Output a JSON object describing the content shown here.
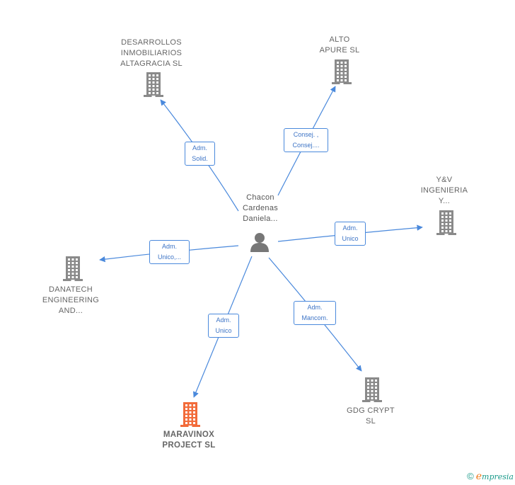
{
  "colors": {
    "edge": "#4a89dc",
    "building": "#8a8a8a",
    "building_highlight": "#f26b3a",
    "person": "#777777",
    "text": "#666666"
  },
  "center": {
    "icon": "person-icon",
    "label_lines": [
      "Chacon",
      "Cardenas",
      "Daniela..."
    ]
  },
  "companies": [
    {
      "id": "desarrollos",
      "lines": [
        "DESARROLLOS",
        "INMOBILIARIOS",
        "ALTAGRACIA SL"
      ],
      "icon": "building-icon",
      "relation": [
        "Adm.",
        "Solid."
      ],
      "highlight": false
    },
    {
      "id": "alto-apure",
      "lines": [
        "ALTO",
        "APURE SL"
      ],
      "icon": "building-icon",
      "relation": [
        "Consej. ,",
        "Consej...."
      ],
      "highlight": false
    },
    {
      "id": "yv-ingenieria",
      "lines": [
        "Y&V",
        "INGENIERIA",
        "Y..."
      ],
      "icon": "building-icon",
      "relation": [
        "Adm.",
        "Unico"
      ],
      "highlight": false
    },
    {
      "id": "danatech",
      "lines": [
        "DANATECH",
        "ENGINEERING",
        "AND..."
      ],
      "icon": "building-icon",
      "relation": [
        "Adm.",
        "Unico,..."
      ],
      "highlight": false
    },
    {
      "id": "gdg-crypt",
      "lines": [
        "GDG CRYPT",
        "SL"
      ],
      "icon": "building-icon",
      "relation": [
        "Adm.",
        "Mancom."
      ],
      "highlight": false
    },
    {
      "id": "maravinox",
      "lines": [
        "MARAVINOX",
        "PROJECT  SL"
      ],
      "icon": "building-icon",
      "relation": [
        "Adm.",
        "Unico"
      ],
      "highlight": true
    }
  ],
  "footer": {
    "copyright": "©",
    "brand_first": "e",
    "brand_rest": "mpresia"
  }
}
